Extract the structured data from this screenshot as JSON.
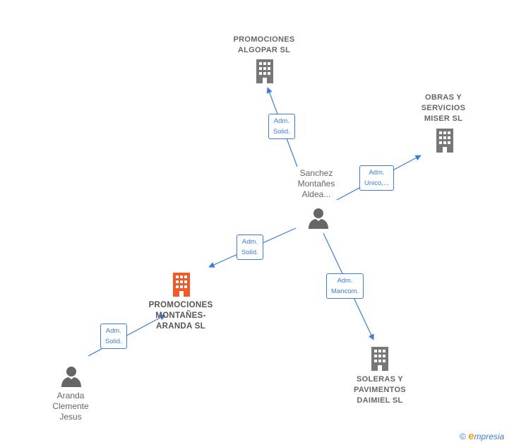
{
  "nodes": {
    "promociones_algopar": {
      "label": "PROMOCIONES\nALGOPAR SL"
    },
    "obras_miser": {
      "label": "OBRAS Y\nSERVICIOS\nMISER SL"
    },
    "sanchez": {
      "label": "Sanchez\nMontañes\nAldea..."
    },
    "promociones_montanes": {
      "label": "PROMOCIONES\nMONTAÑES-\nARANDA  SL"
    },
    "soleras": {
      "label": "SOLERAS Y\nPAVIMENTOS\nDAIMIEL SL"
    },
    "aranda": {
      "label": "Aranda\nClemente\nJesus"
    }
  },
  "edges": {
    "to_algopar": "Adm.\nSolid.",
    "to_miser": "Adm.\nUnico,...",
    "to_montanes_from_sanchez": "Adm.\nSolid.",
    "to_soleras": "Adm.\nMancom.",
    "to_montanes_from_aranda": "Adm.\nSolid."
  },
  "colors": {
    "company": "#777777",
    "focus_company": "#f05a28",
    "person": "#666666",
    "edge": "#3b7dd8"
  },
  "icons": {
    "company": "building-icon",
    "person": "person-icon"
  },
  "brand": {
    "copyright": "©",
    "e": "e",
    "rest": "mpresia"
  }
}
